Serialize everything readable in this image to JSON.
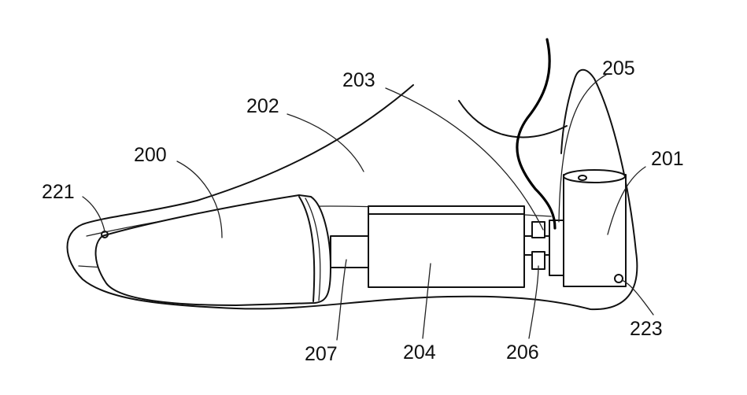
{
  "figure": {
    "labels": {
      "l200": "200",
      "l201": "201",
      "l202": "202",
      "l203": "203",
      "l204": "204",
      "l205": "205",
      "l206": "206",
      "l207": "207",
      "l221": "221",
      "l223": "223"
    }
  }
}
